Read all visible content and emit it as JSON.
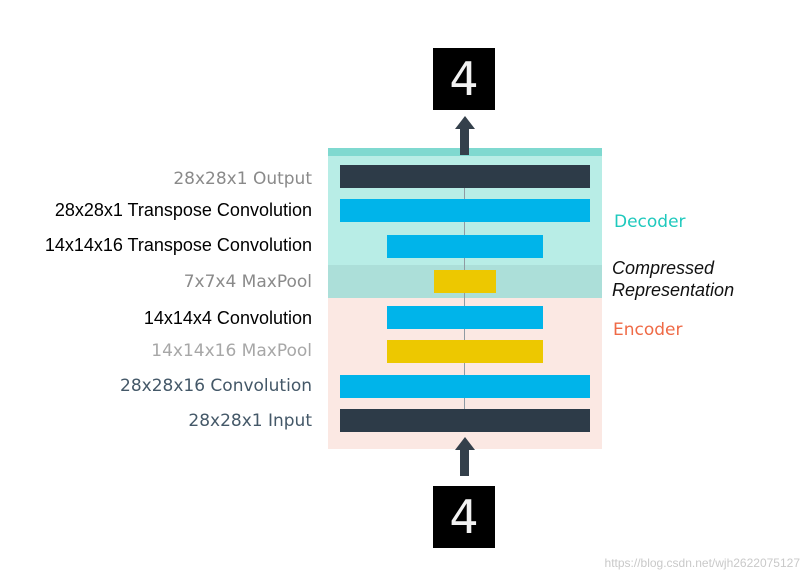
{
  "diagram": {
    "digit_top": "4",
    "digit_bottom": "4",
    "colors": {
      "decoder_bg": "#b8ede6",
      "decoder_top_strip": "#7fd9d0",
      "compressed_bg": "#acdfd9",
      "encoder_bg": "#fbe8e3",
      "dark_bar": "#2d3b48",
      "blue_bar": "#00b4ea",
      "yellow_bar": "#edc800",
      "decoder_text": "#1ec9bd",
      "encoder_text": "#ef6a46"
    },
    "layers": [
      {
        "label": "28x28x1 Output",
        "kind": "dark"
      },
      {
        "label": "28x28x1 Transpose Convolution",
        "kind": "blue"
      },
      {
        "label": "14x14x16 Transpose Convolution",
        "kind": "blue"
      },
      {
        "label": "7x7x4 MaxPool",
        "kind": "yellow"
      },
      {
        "label": "14x14x4 Convolution",
        "kind": "blue"
      },
      {
        "label": "14x14x16 MaxPool",
        "kind": "yellow"
      },
      {
        "label": "28x28x16 Convolution",
        "kind": "blue"
      },
      {
        "label": "28x28x1 Input",
        "kind": "dark"
      }
    ],
    "sections": {
      "decoder": "Decoder",
      "compressed_line1": "Compressed",
      "compressed_line2": "Representation",
      "encoder": "Encoder"
    }
  },
  "watermark": "https://blog.csdn.net/wjh2622075127"
}
